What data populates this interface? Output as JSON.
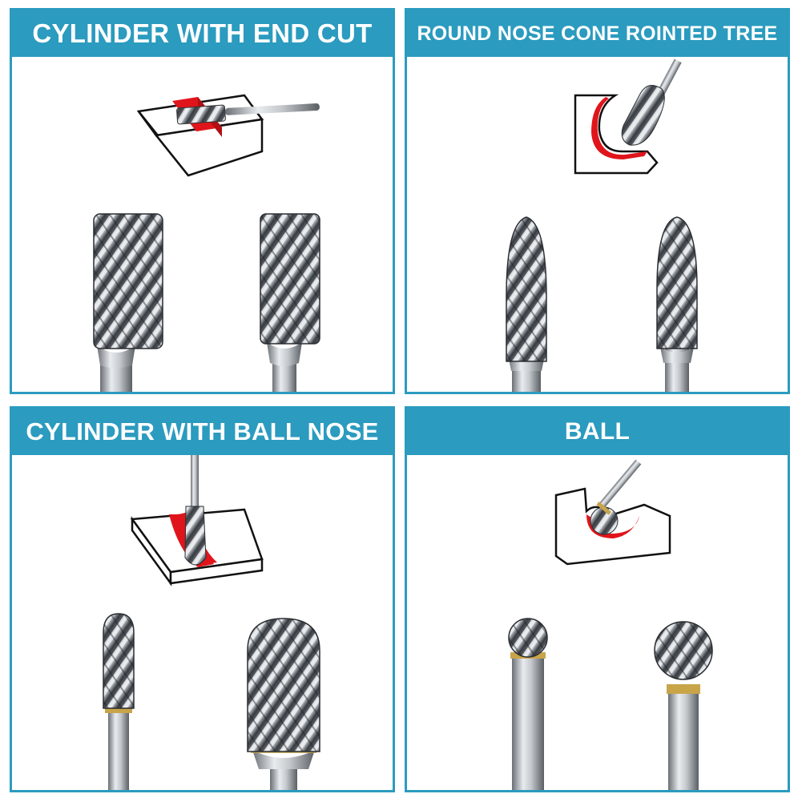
{
  "colors": {
    "accent": "#2b9bbf",
    "highlight_red": "#e0151b",
    "steel": "#9aa0a6"
  },
  "panels": [
    {
      "title": "CYLINDER WITH END CUT"
    },
    {
      "title": "ROUND NOSE CONE ROINTED TREE"
    },
    {
      "title": "CYLINDER WITH BALL NOSE"
    },
    {
      "title": "BALL"
    }
  ]
}
